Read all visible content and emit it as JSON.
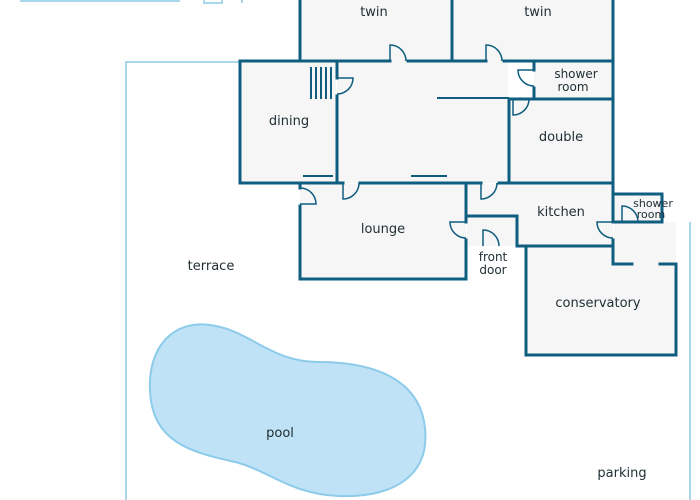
{
  "colors": {
    "wall": "#0f5e80",
    "floor": "#f6f6f6",
    "boundary": "#a9d8ec",
    "pool_fill": "#bfe2f6",
    "pool_edge": "#8ccbea",
    "text": "#1f2d33"
  },
  "labels": {
    "twin_left": "twin",
    "twin_right": "twin",
    "shower_room_1": "shower",
    "shower_room_1_b": "room",
    "dining": "dining",
    "double": "double",
    "kitchen": "kitchen",
    "shower_room_2": "shower",
    "shower_room_2_b": "room",
    "lounge": "lounge",
    "front_door": "front",
    "front_door_b": "door",
    "conservatory": "conservatory",
    "terrace": "terrace",
    "pool": "pool",
    "parking": "parking"
  }
}
